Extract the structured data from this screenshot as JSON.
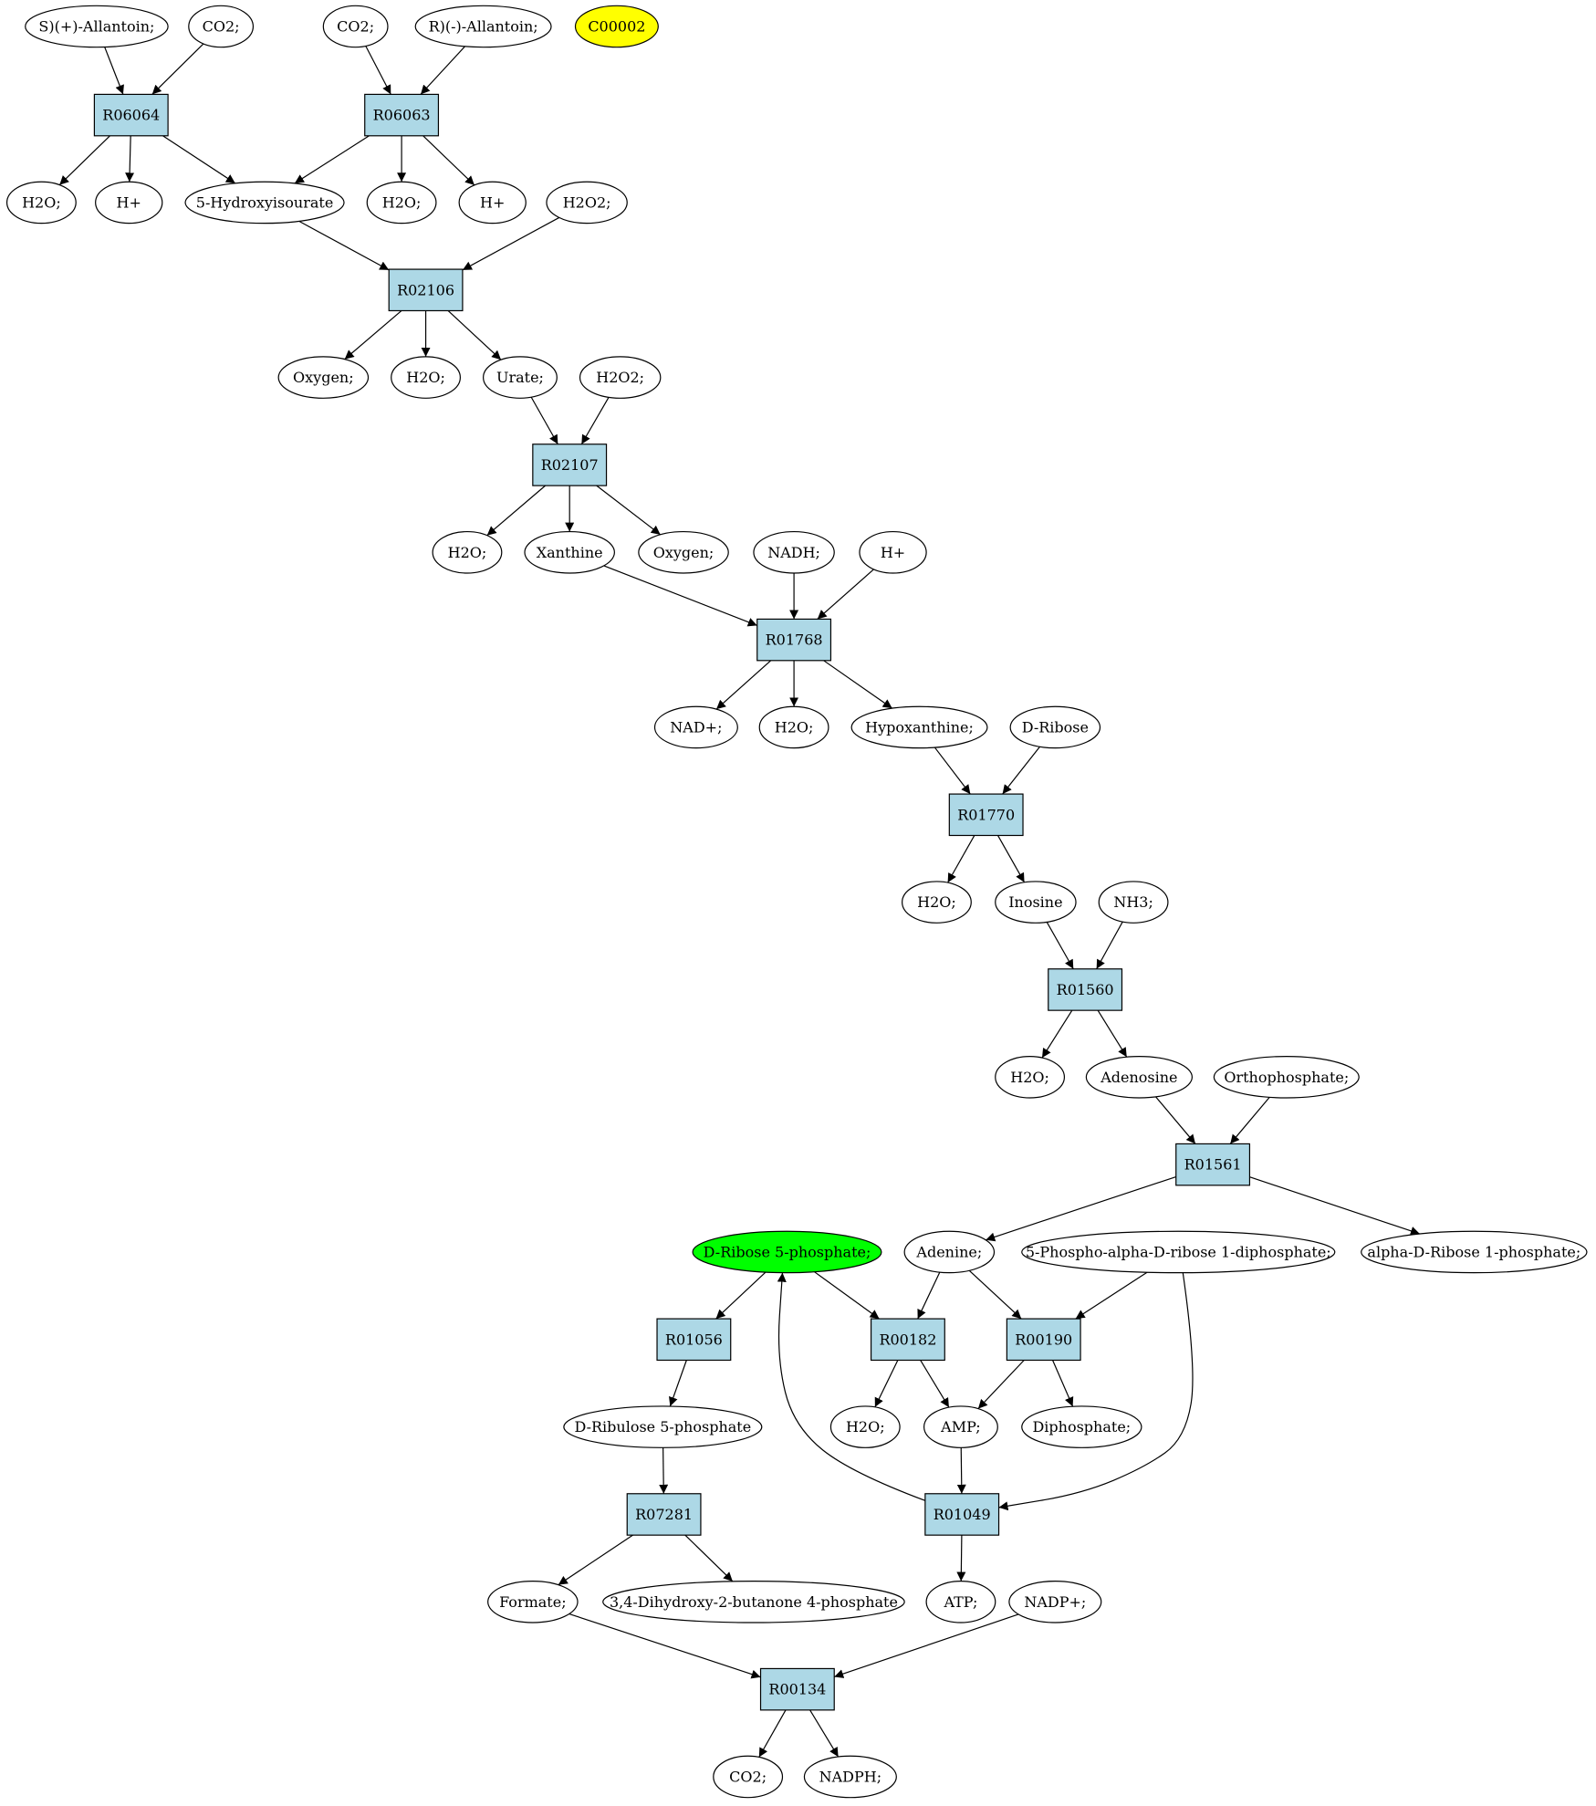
{
  "colors": {
    "reaction_fill": "#add8e6",
    "compound_fill": "#ffffff",
    "highlight_yellow": "#ffff00",
    "highlight_green": "#00ff00",
    "stroke": "#000000"
  },
  "nodes": [
    {
      "id": "c_sall",
      "label": "S)(+)-Allantoin;",
      "kind": "compound"
    },
    {
      "id": "c_co2a",
      "label": "CO2;",
      "kind": "compound"
    },
    {
      "id": "c_co2b",
      "label": "CO2;",
      "kind": "compound"
    },
    {
      "id": "c_rall",
      "label": "R)(-)-Allantoin;",
      "kind": "compound"
    },
    {
      "id": "c_c00002",
      "label": "C00002",
      "kind": "compound",
      "highlight": "yellow"
    },
    {
      "id": "r_R06064",
      "label": "R06064",
      "kind": "reaction"
    },
    {
      "id": "r_R06063",
      "label": "R06063",
      "kind": "reaction"
    },
    {
      "id": "c_h2o1",
      "label": "H2O;",
      "kind": "compound"
    },
    {
      "id": "c_h1",
      "label": "H+",
      "kind": "compound"
    },
    {
      "id": "c_5hiu",
      "label": "5-Hydroxyisourate",
      "kind": "compound"
    },
    {
      "id": "c_h2o2",
      "label": "H2O;",
      "kind": "compound"
    },
    {
      "id": "c_h2",
      "label": "H+",
      "kind": "compound"
    },
    {
      "id": "c_h2o2a",
      "label": "H2O2;",
      "kind": "compound"
    },
    {
      "id": "r_R02106",
      "label": "R02106",
      "kind": "reaction"
    },
    {
      "id": "c_oxy1",
      "label": "Oxygen;",
      "kind": "compound"
    },
    {
      "id": "c_h2o3",
      "label": "H2O;",
      "kind": "compound"
    },
    {
      "id": "c_urate",
      "label": "Urate;",
      "kind": "compound"
    },
    {
      "id": "c_h2o2b",
      "label": "H2O2;",
      "kind": "compound"
    },
    {
      "id": "r_R02107",
      "label": "R02107",
      "kind": "reaction"
    },
    {
      "id": "c_h2o4",
      "label": "H2O;",
      "kind": "compound"
    },
    {
      "id": "c_xan",
      "label": "Xanthine",
      "kind": "compound"
    },
    {
      "id": "c_oxy2",
      "label": "Oxygen;",
      "kind": "compound"
    },
    {
      "id": "c_nadh",
      "label": "NADH;",
      "kind": "compound"
    },
    {
      "id": "c_h3",
      "label": "H+",
      "kind": "compound"
    },
    {
      "id": "r_R01768",
      "label": "R01768",
      "kind": "reaction"
    },
    {
      "id": "c_nad",
      "label": "NAD+;",
      "kind": "compound"
    },
    {
      "id": "c_h2o5",
      "label": "H2O;",
      "kind": "compound"
    },
    {
      "id": "c_hyp",
      "label": "Hypoxanthine;",
      "kind": "compound"
    },
    {
      "id": "c_drib",
      "label": "D-Ribose",
      "kind": "compound"
    },
    {
      "id": "r_R01770",
      "label": "R01770",
      "kind": "reaction"
    },
    {
      "id": "c_h2o6",
      "label": "H2O;",
      "kind": "compound"
    },
    {
      "id": "c_ino",
      "label": "Inosine",
      "kind": "compound"
    },
    {
      "id": "c_nh3",
      "label": "NH3;",
      "kind": "compound"
    },
    {
      "id": "r_R01560",
      "label": "R01560",
      "kind": "reaction"
    },
    {
      "id": "c_h2o7",
      "label": "H2O;",
      "kind": "compound"
    },
    {
      "id": "c_ado",
      "label": "Adenosine",
      "kind": "compound"
    },
    {
      "id": "c_pi",
      "label": "Orthophosphate;",
      "kind": "compound"
    },
    {
      "id": "r_R01561",
      "label": "R01561",
      "kind": "reaction"
    },
    {
      "id": "c_dr5p",
      "label": "D-Ribose 5-phosphate;",
      "kind": "compound",
      "highlight": "green"
    },
    {
      "id": "c_ade",
      "label": "Adenine;",
      "kind": "compound"
    },
    {
      "id": "c_prpp",
      "label": "5-Phospho-alpha-D-ribose 1-diphosphate;",
      "kind": "compound"
    },
    {
      "id": "c_ar1p",
      "label": "alpha-D-Ribose 1-phosphate;",
      "kind": "compound"
    },
    {
      "id": "r_R01056",
      "label": "R01056",
      "kind": "reaction"
    },
    {
      "id": "r_R00182",
      "label": "R00182",
      "kind": "reaction"
    },
    {
      "id": "r_R00190",
      "label": "R00190",
      "kind": "reaction"
    },
    {
      "id": "c_ru5p",
      "label": "D-Ribulose 5-phosphate",
      "kind": "compound"
    },
    {
      "id": "c_h2o8",
      "label": "H2O;",
      "kind": "compound"
    },
    {
      "id": "c_amp",
      "label": "AMP;",
      "kind": "compound"
    },
    {
      "id": "c_ppi",
      "label": "Diphosphate;",
      "kind": "compound"
    },
    {
      "id": "r_R07281",
      "label": "R07281",
      "kind": "reaction"
    },
    {
      "id": "r_R01049",
      "label": "R01049",
      "kind": "reaction"
    },
    {
      "id": "c_form",
      "label": "Formate;",
      "kind": "compound"
    },
    {
      "id": "c_dhbp",
      "label": "3,4-Dihydroxy-2-butanone 4-phosphate",
      "kind": "compound"
    },
    {
      "id": "c_atp",
      "label": "ATP;",
      "kind": "compound"
    },
    {
      "id": "c_nadp",
      "label": "NADP+;",
      "kind": "compound"
    },
    {
      "id": "r_R00134",
      "label": "R00134",
      "kind": "reaction"
    },
    {
      "id": "c_co2c",
      "label": "CO2;",
      "kind": "compound"
    },
    {
      "id": "c_nadph",
      "label": "NADPH;",
      "kind": "compound"
    }
  ],
  "edges": [
    [
      "c_sall",
      "r_R06064"
    ],
    [
      "c_co2a",
      "r_R06064"
    ],
    [
      "c_co2b",
      "r_R06063"
    ],
    [
      "c_rall",
      "r_R06063"
    ],
    [
      "r_R06064",
      "c_h2o1"
    ],
    [
      "r_R06064",
      "c_h1"
    ],
    [
      "r_R06064",
      "c_5hiu"
    ],
    [
      "r_R06063",
      "c_5hiu"
    ],
    [
      "r_R06063",
      "c_h2o2"
    ],
    [
      "r_R06063",
      "c_h2"
    ],
    [
      "c_5hiu",
      "r_R02106"
    ],
    [
      "c_h2o2a",
      "r_R02106"
    ],
    [
      "r_R02106",
      "c_oxy1"
    ],
    [
      "r_R02106",
      "c_h2o3"
    ],
    [
      "r_R02106",
      "c_urate"
    ],
    [
      "c_urate",
      "r_R02107"
    ],
    [
      "c_h2o2b",
      "r_R02107"
    ],
    [
      "r_R02107",
      "c_h2o4"
    ],
    [
      "r_R02107",
      "c_xan"
    ],
    [
      "r_R02107",
      "c_oxy2"
    ],
    [
      "c_xan",
      "r_R01768"
    ],
    [
      "c_nadh",
      "r_R01768"
    ],
    [
      "c_h3",
      "r_R01768"
    ],
    [
      "r_R01768",
      "c_nad"
    ],
    [
      "r_R01768",
      "c_h2o5"
    ],
    [
      "r_R01768",
      "c_hyp"
    ],
    [
      "c_hyp",
      "r_R01770"
    ],
    [
      "c_drib",
      "r_R01770"
    ],
    [
      "r_R01770",
      "c_h2o6"
    ],
    [
      "r_R01770",
      "c_ino"
    ],
    [
      "c_ino",
      "r_R01560"
    ],
    [
      "c_nh3",
      "r_R01560"
    ],
    [
      "r_R01560",
      "c_h2o7"
    ],
    [
      "r_R01560",
      "c_ado"
    ],
    [
      "c_ado",
      "r_R01561"
    ],
    [
      "c_pi",
      "r_R01561"
    ],
    [
      "r_R01561",
      "c_ade"
    ],
    [
      "r_R01561",
      "c_ar1p"
    ],
    [
      "c_dr5p",
      "r_R01056"
    ],
    [
      "c_dr5p",
      "r_R00182"
    ],
    [
      "c_ade",
      "r_R00182"
    ],
    [
      "c_ade",
      "r_R00190"
    ],
    [
      "c_prpp",
      "r_R00190"
    ],
    [
      "r_R01056",
      "c_ru5p"
    ],
    [
      "r_R00182",
      "c_h2o8"
    ],
    [
      "r_R00182",
      "c_amp"
    ],
    [
      "r_R00190",
      "c_amp"
    ],
    [
      "r_R00190",
      "c_ppi"
    ],
    [
      "c_ru5p",
      "r_R07281"
    ],
    [
      "c_amp",
      "r_R01049"
    ],
    [
      "c_prpp",
      "r_R01049",
      "curve"
    ],
    [
      "r_R01049",
      "c_dr5p",
      "curve"
    ],
    [
      "r_R01049",
      "c_atp"
    ],
    [
      "r_R07281",
      "c_form"
    ],
    [
      "r_R07281",
      "c_dhbp"
    ],
    [
      "c_form",
      "r_R00134"
    ],
    [
      "c_nadp",
      "r_R00134"
    ],
    [
      "r_R00134",
      "c_co2c"
    ],
    [
      "r_R00134",
      "c_nadph"
    ]
  ]
}
